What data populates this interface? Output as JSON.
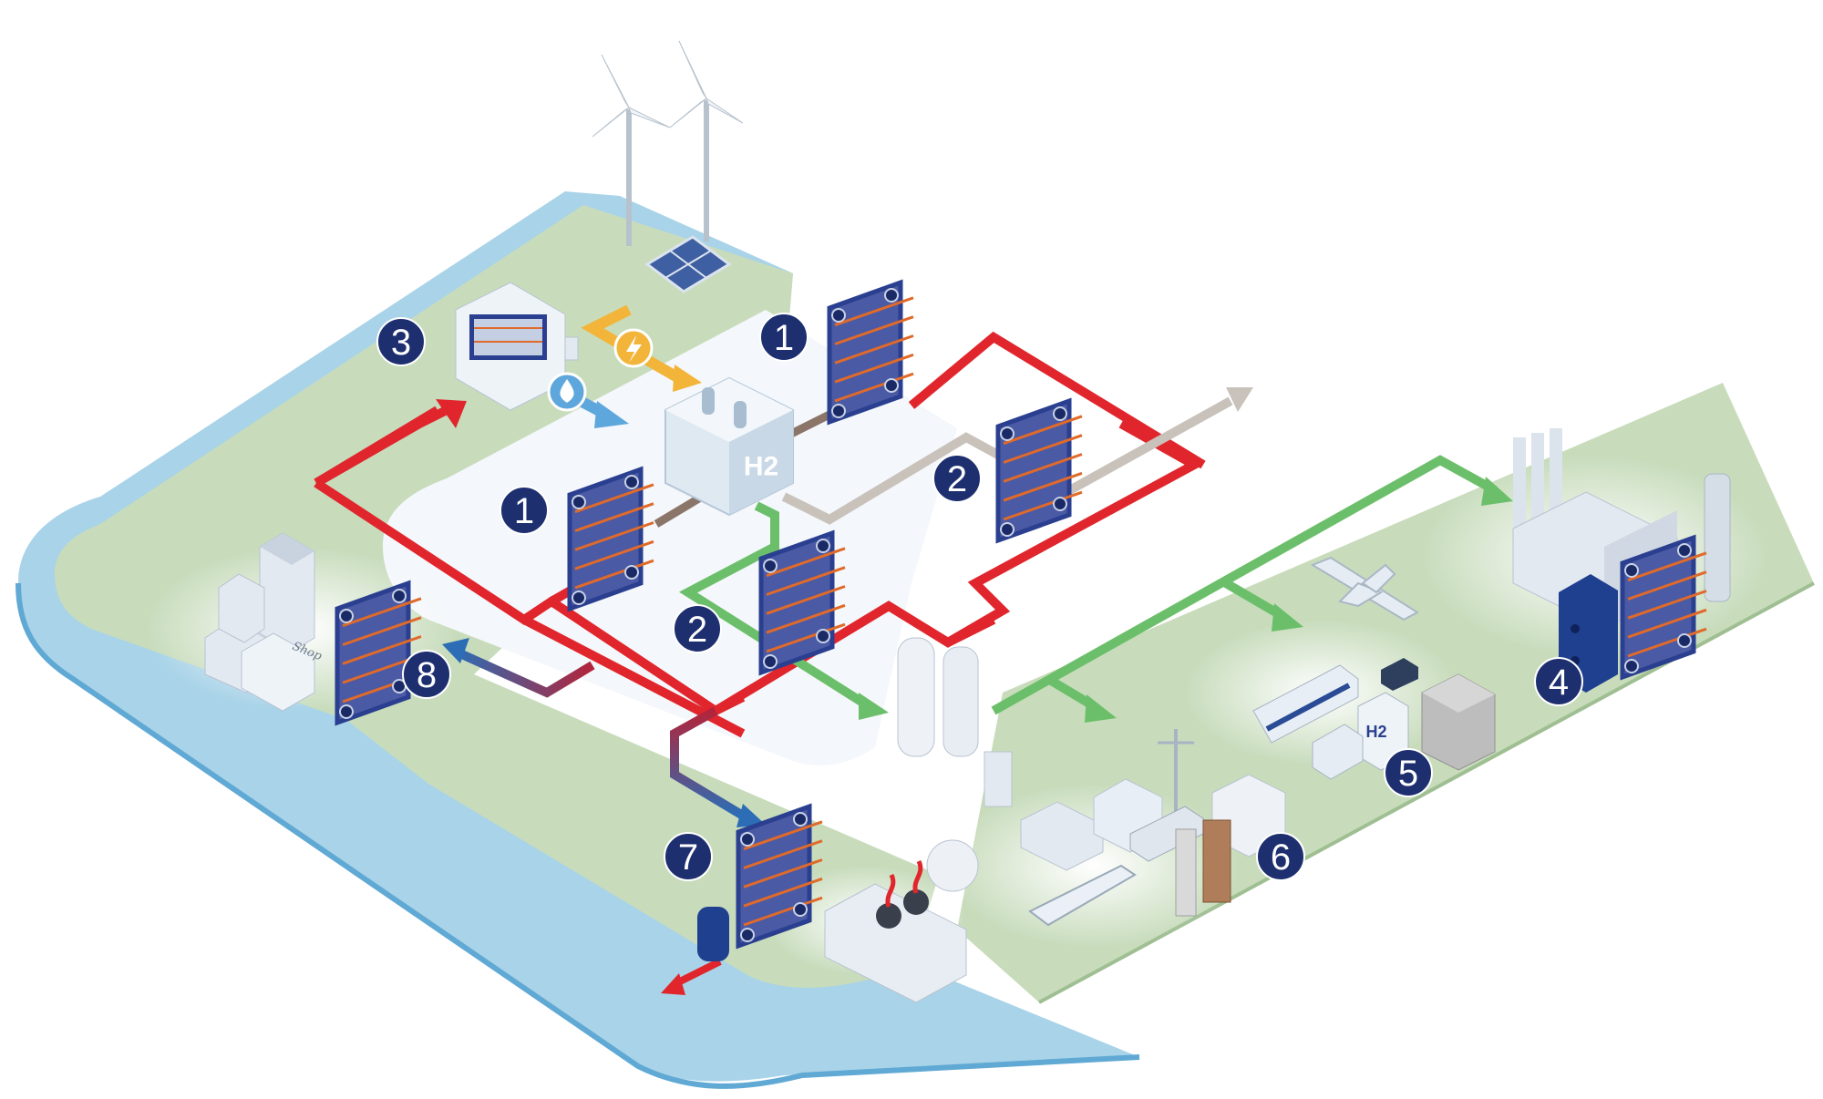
{
  "colors": {
    "water": "#a9d3e8",
    "water_edge": "#5fa9d4",
    "land": "#c8dcbc",
    "land_edge": "#9fbf93",
    "pad": "#f4f7fb",
    "heat_pipe": "#e0262c",
    "hydrogen_pipe": "#6cbf6a",
    "oxygen_pipe": "#c9c2bb",
    "cold_water_pipe": "#2c6db5",
    "electricity": "#f3b43a",
    "water_feed": "#5ea7dd",
    "exchanger_frame": "#2a3f8f",
    "exchanger_plates": "#4a5aa5",
    "exchanger_rods": "#e06a2a",
    "marker_fill": "#1d2f6f",
    "marker_text": "#ffffff",
    "building": "#e3e9f1",
    "building_shade": "#c9d3df"
  },
  "markers": [
    {
      "id": "m1a",
      "label": "1"
    },
    {
      "id": "m1b",
      "label": "1"
    },
    {
      "id": "m2a",
      "label": "2"
    },
    {
      "id": "m2b",
      "label": "2"
    },
    {
      "id": "m3",
      "label": "3"
    },
    {
      "id": "m4",
      "label": "4"
    },
    {
      "id": "m5",
      "label": "5"
    },
    {
      "id": "m6",
      "label": "6"
    },
    {
      "id": "m7",
      "label": "7"
    },
    {
      "id": "m8",
      "label": "8"
    }
  ],
  "electrolyser": {
    "label": "H2"
  },
  "fuel_station": {
    "label": "H2"
  },
  "shop_sign": {
    "label": "Shop"
  },
  "icons": {
    "electricity": "lightning-bolt-icon",
    "water": "water-drop-icon"
  }
}
